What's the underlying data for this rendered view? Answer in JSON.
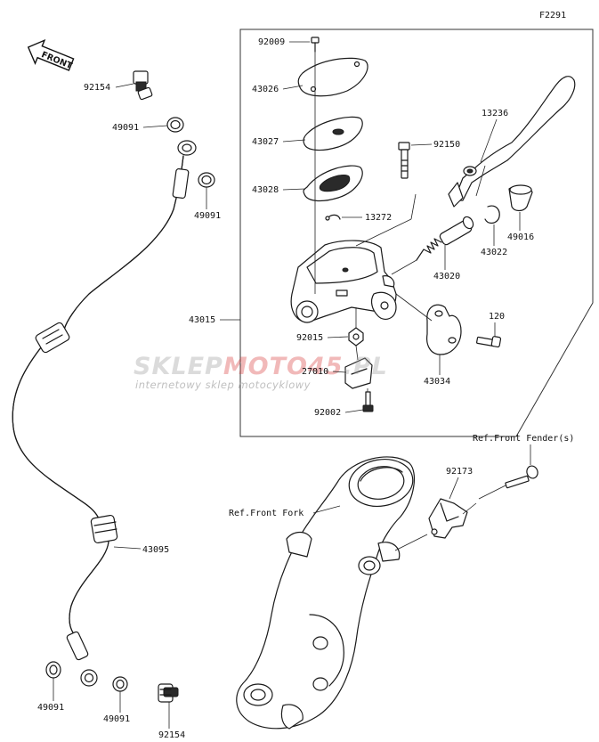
{
  "figure_code": "F2291",
  "front_label": "FRONT",
  "parts": {
    "p92009": "92009",
    "p43026": "43026",
    "p43027": "43027",
    "p92150": "92150",
    "p43028": "43028",
    "p13272": "13272",
    "p13236": "13236",
    "p49016": "49016",
    "p43022": "43022",
    "p43020": "43020",
    "p43015": "43015",
    "p92015": "92015",
    "p120": "120",
    "p27010": "27010",
    "p43034": "43034",
    "p92002": "92002",
    "p92154_top": "92154",
    "p49091_top": "49091",
    "p49091_mid": "49091",
    "p43095": "43095",
    "p49091_bl": "49091",
    "p49091_bc": "49091",
    "p92154_bot": "92154",
    "p92173": "92173"
  },
  "refs": {
    "front_fender": "Ref.Front Fender(s)",
    "front_fork": "Ref.Front Fork"
  },
  "watermark": {
    "brand_a": "SKLEP",
    "brand_b": "MOTO",
    "brand_c": "45",
    "brand_d": ".PL",
    "tagline": "internetowy sklep motocyklowy"
  },
  "colors": {
    "watermark_gray": "#9a9a9a",
    "watermark_red": "#d93a3a"
  }
}
